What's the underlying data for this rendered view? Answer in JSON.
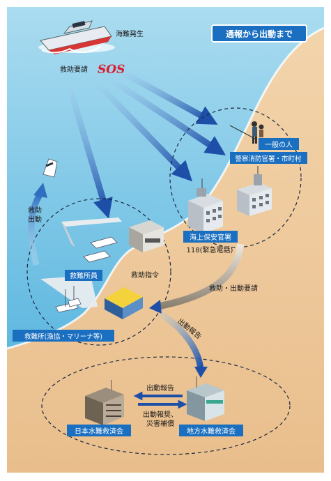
{
  "title_badge": "通報から出動まで",
  "incident": {
    "label": "海難発生",
    "request_label": "救助要請",
    "sos": "SOS"
  },
  "labels": {
    "civilian": "一般の人",
    "police_fire": "警察消防官署・市町村",
    "coast_guard": "海上保安官署",
    "emergency_number": "118(緊急電話)",
    "rescue_dispatch": "救助出動",
    "rescue_order": "救助指令",
    "rescue_request": "救助・出動要請",
    "dispatch_report": "出動報告",
    "station_crew": "救難所員",
    "station": "救難所(漁協・マリーナ等)",
    "report_back": "出動報告",
    "reward": "出動報奨、\n災害補償",
    "reward_line1": "出動報奨、",
    "reward_line2": "災害補償",
    "japan_assoc": "日本水難救済会",
    "local_assoc": "地方水難救済会"
  },
  "colors": {
    "sea": "#7fcbe8",
    "land": "#efc89a",
    "label_blue": "#1a6fc0",
    "arrow_blue": "#1d4fa8",
    "badge": "#1a6fc0"
  }
}
